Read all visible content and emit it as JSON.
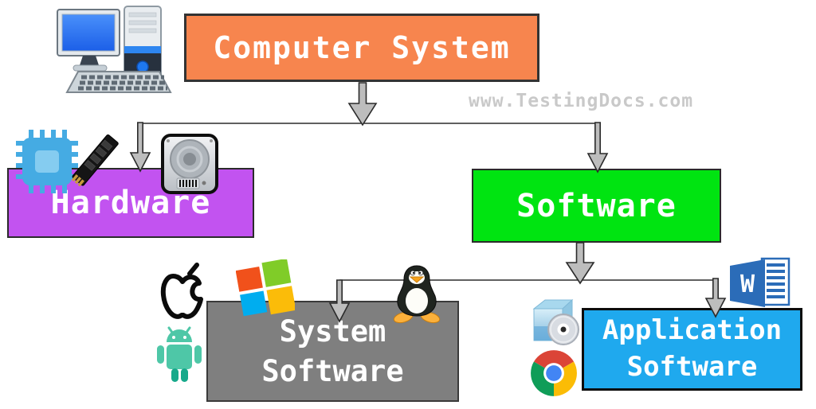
{
  "watermark": "www.TestingDocs.com",
  "nodes": {
    "computer_system": {
      "label": "Computer System",
      "bg": "#f7854e"
    },
    "hardware": {
      "label": "Hardware",
      "bg": "#c253f0"
    },
    "software": {
      "label": "Software",
      "bg": "#00e411"
    },
    "system_software": {
      "line1": "System",
      "line2": "Software",
      "bg": "#7f7f7f"
    },
    "application_software": {
      "line1": "Application",
      "line2": "Software",
      "bg": "#1fa9ee"
    }
  },
  "icons": [
    "desktop-computer-icon",
    "cpu-icon",
    "ram-icon",
    "hdd-icon",
    "apple-icon",
    "android-icon",
    "windows-icon",
    "tux-icon",
    "word-icon",
    "software-box-icon",
    "chrome-icon",
    "connector-arrow-icon"
  ],
  "colors": {
    "arrow_fill": "#bdbdbd",
    "line_stroke": "#2b2b2b",
    "watermark_text": "#c9c9c9"
  }
}
